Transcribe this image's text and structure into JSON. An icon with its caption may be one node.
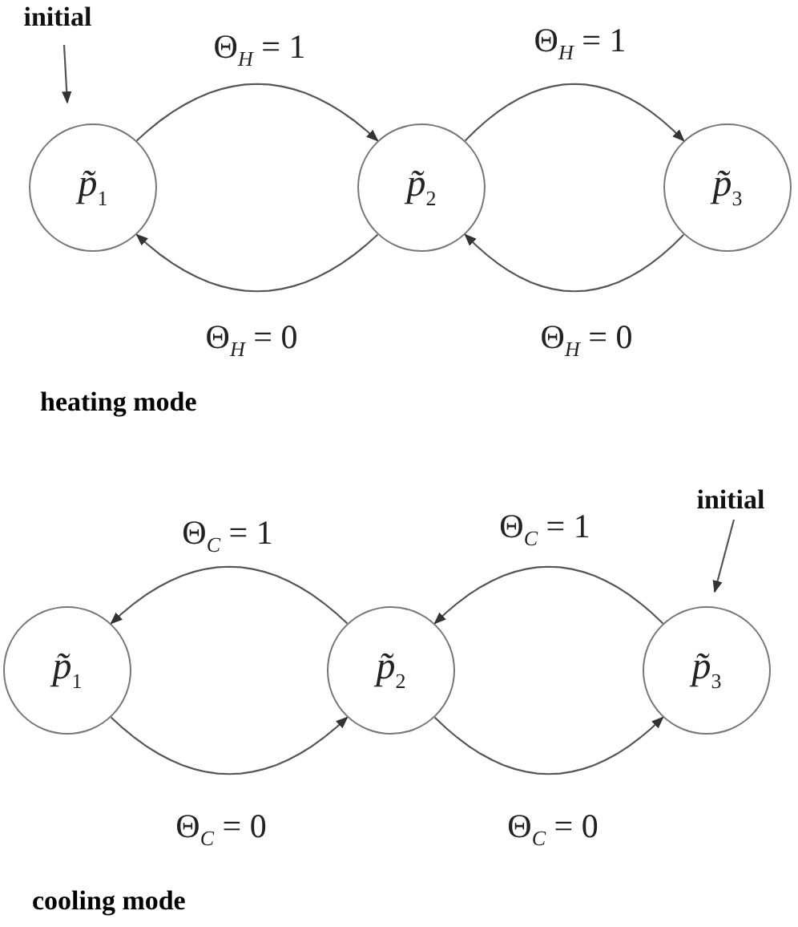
{
  "diagram": {
    "nodes": [
      {
        "text": [
          "initial"
        ]
      },
      {
        "text": [
          "*p̃*$_{1}$"
        ]
      },
      {
        "text": [
          "*p̃*$_{2}$"
        ]
      },
      {
        "text": [
          "*p̃*$_{3}$"
        ]
      },
      {
        "text": [
          "initial"
        ]
      },
      {
        "text": [
          "*p̃*$_{1}$"
        ]
      },
      {
        "text": [
          "*p̃*$_{2}$"
        ]
      },
      {
        "text": [
          "*p̃*$_{3}$"
        ]
      }
    ],
    "edges": [
      {
        "from": 0,
        "to": 1,
        "arrow": "to"
      },
      {
        "from": 1,
        "to": 2,
        "arrow": "to",
        "label": "Θ$_{H}$ = 1"
      },
      {
        "from": 2,
        "to": 3,
        "arrow": "to",
        "label": "Θ$_{H}$ = 1"
      },
      {
        "from": 2,
        "to": 1,
        "arrow": "to",
        "label": "Θ$_{H}$ = 0"
      },
      {
        "from": 3,
        "to": 2,
        "arrow": "to",
        "label": "Θ$_{H}$ = 0"
      },
      {
        "from": 4,
        "to": 7,
        "arrow": "to"
      },
      {
        "from": 6,
        "to": 5,
        "arrow": "to",
        "label": "Θ$_{C}$ = 1"
      },
      {
        "from": 7,
        "to": 6,
        "arrow": "to",
        "label": "Θ$_{C}$ = 1"
      },
      {
        "from": 5,
        "to": 6,
        "arrow": "to",
        "label": "Θ$_{C}$ = 0"
      },
      {
        "from": 6,
        "to": 7,
        "arrow": "to",
        "label": "Θ$_{C}$ = 0"
      }
    ],
    "labels": [
      "heating mode",
      "cooling mode"
    ]
  }
}
